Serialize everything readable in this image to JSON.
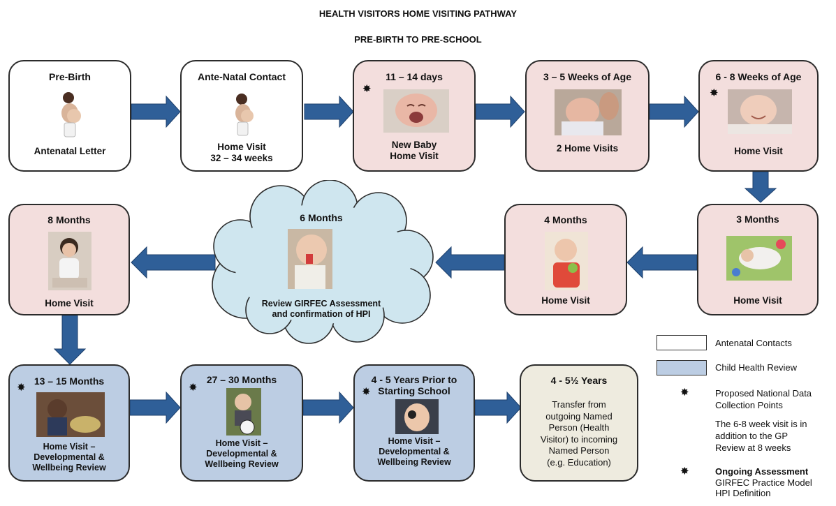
{
  "title": "HEALTH VISITORS HOME VISITING PATHWAY",
  "subtitle": "PRE-BIRTH TO PRE-SCHOOL",
  "symbols": {
    "star": "✸"
  },
  "colors": {
    "antenatal": "#ffffff",
    "review": "#f3dedd",
    "child_health_review": "#bccde3",
    "transfer": "#eeebdf",
    "cloud": "#cfe6ef",
    "arrow": "#2f5f98"
  },
  "stages": {
    "pre_birth": {
      "title": "Pre-Birth",
      "text": "Antenatal Letter"
    },
    "ante_natal": {
      "title": "Ante-Natal Contact",
      "text_line1": "Home Visit",
      "text_line2": "32 – 34 weeks"
    },
    "days_11_14": {
      "title": "11 – 14 days",
      "text_line1": "New Baby",
      "text_line2": "Home Visit"
    },
    "weeks_3_5": {
      "title": "3 – 5 Weeks of Age",
      "text": "2 Home Visits"
    },
    "weeks_6_8": {
      "title": "6 - 8 Weeks of Age",
      "text": "Home Visit"
    },
    "months_3": {
      "title": "3 Months",
      "text": "Home Visit"
    },
    "months_4": {
      "title": "4 Months",
      "text": "Home Visit"
    },
    "months_6": {
      "title": "6 Months",
      "text_line1": "Review GIRFEC Assessment",
      "text_line2": "and confirmation of HPI"
    },
    "months_8": {
      "title": "8 Months",
      "text": "Home Visit"
    },
    "months_13_15": {
      "title": "13 – 15 Months",
      "text_line1": "Home Visit –",
      "text_line2": "Developmental &",
      "text_line3": "Wellbeing Review"
    },
    "months_27_30": {
      "title": "27 – 30 Months",
      "text_line1": "Home Visit –",
      "text_line2": "Developmental &",
      "text_line3": "Wellbeing Review"
    },
    "years_4_5": {
      "title_line1": "4 - 5 Years Prior to",
      "title_line2": "Starting School",
      "text_line1": "Home Visit –",
      "text_line2": "Developmental &",
      "text_line3": "Wellbeing Review"
    },
    "years_4_5_half": {
      "title": "4 - 5½ Years",
      "lines": [
        "Transfer from",
        "outgoing Named",
        "Person (Health",
        "Visitor) to incoming",
        "Named Person",
        "(e.g. Education)"
      ]
    }
  },
  "legend": {
    "antenatal": "Antenatal Contacts",
    "child_health_review": "Child Health Review",
    "data_collection": [
      "Proposed National Data",
      "Collection Points"
    ],
    "note": [
      "The 6-8 week visit is in",
      "addition to the GP",
      "Review at 8 weeks"
    ],
    "ongoing_title": "Ongoing Assessment",
    "ongoing_lines": [
      "GIRFEC Practice Model",
      "HPI Definition"
    ]
  }
}
